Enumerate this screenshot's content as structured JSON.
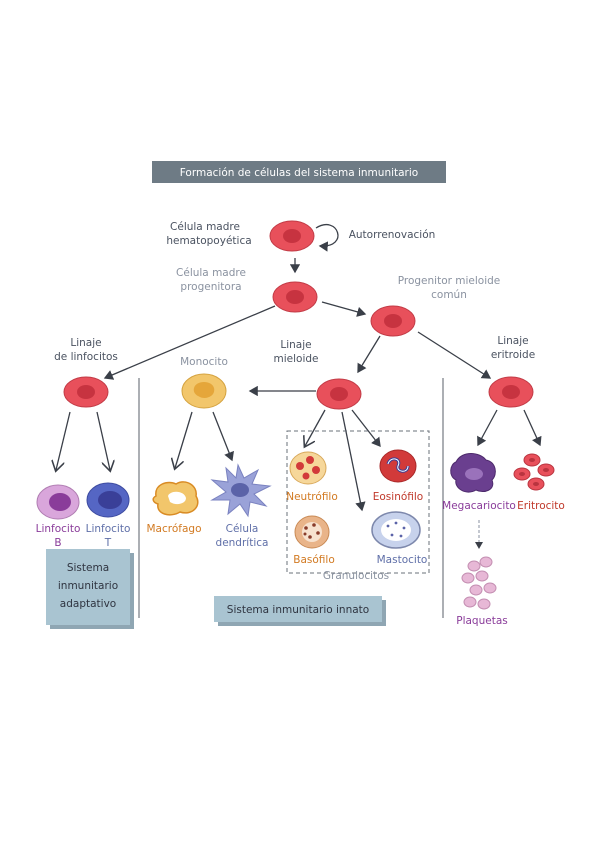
{
  "title": "Formación de células del sistema inmunitario",
  "labels": {
    "hsc_1": "Célula madre",
    "hsc_2": "hematopoyética",
    "self_renewal": "Autorrenovación",
    "progenitor_1": "Célula madre",
    "progenitor_2": "progenitora",
    "myeloid_prog_1": "Progenitor mieloide",
    "myeloid_prog_2": "común",
    "lymph_lineage_1": "Linaje",
    "lymph_lineage_2": "de linfocitos",
    "myeloid_lineage_1": "Linaje",
    "myeloid_lineage_2": "mieloide",
    "erythroid_lineage_1": "Linaje",
    "erythroid_lineage_2": "eritroide",
    "monocyte": "Monocito",
    "lymph_b_1": "Linfocito",
    "lymph_b_2": "B",
    "lymph_t_1": "Linfocito",
    "lymph_t_2": "T",
    "macrophage": "Macrófago",
    "dendritic_1": "Célula",
    "dendritic_2": "dendrítica",
    "neutrophil": "Neutrófilo",
    "eosinophil": "Eosinófilo",
    "basophil": "Basófilo",
    "mast_cell": "Mastocito",
    "granulocytes": "Granulocitos",
    "megakaryocyte": "Megacariocito",
    "erythrocyte": "Eritrocito",
    "platelets": "Plaquetas"
  },
  "boxes": {
    "adaptive_1": "Sistema",
    "adaptive_2": "inmunitario",
    "adaptive_3": "adaptativo",
    "innate": "Sistema inmunitario innato"
  },
  "colors": {
    "stem_cell": "#e8505b",
    "title_bg": "#6e7b85",
    "box_bg": "#a9c4d1",
    "lymph_b": "#d9a6db",
    "lymph_t": "#5566c4",
    "monocyte": "#f2c66b",
    "dendritic": "#9aa2d8",
    "eosinophil": "#d23a3a",
    "basophil": "#e9b489",
    "mast": "#c7d2ec",
    "megakaryocyte": "#6a3f8f",
    "platelets": "#e7b8d6"
  }
}
